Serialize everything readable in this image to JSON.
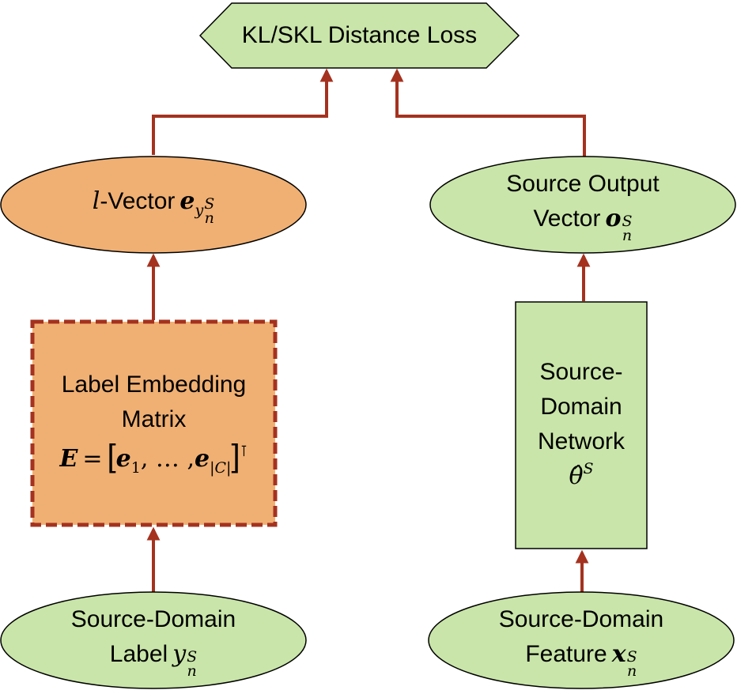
{
  "colors": {
    "green_fill": "#C9E5A9",
    "orange_fill": "#F0B073",
    "stroke": "#000000",
    "arrow": "#A4321F",
    "dashed_border": "#A4321F"
  },
  "nodes": {
    "loss": {
      "label": "KL/SKL Distance Loss",
      "shape": "hexagon"
    },
    "l_vector": {
      "prefix": "l",
      "text": "-Vector",
      "symbol": "e",
      "sub": "y",
      "sub_sub": "n",
      "sub_sup": "S",
      "shape": "ellipse"
    },
    "source_output": {
      "line1": "Source Output",
      "line2": "Vector",
      "symbol": "o",
      "sub": "n",
      "sup": "S",
      "shape": "ellipse"
    },
    "embedding": {
      "line1": "Label Embedding",
      "line2": "Matrix",
      "E": "E",
      "eq": "=",
      "e1": "e",
      "e1_sub": "1",
      "dots": ", … ,",
      "ec": "e",
      "ec_sub": "|C|",
      "transpose": "⊺",
      "shape": "dashed-rect"
    },
    "network": {
      "line1": "Source-",
      "line2": "Domain",
      "line3": "Network",
      "theta": "θ̂",
      "theta_sup": "S",
      "shape": "rect"
    },
    "source_label": {
      "line1": "Source-Domain",
      "line2": "Label",
      "symbol": "y",
      "sub": "n",
      "sup": "S",
      "shape": "ellipse"
    },
    "source_feature": {
      "line1": "Source-Domain",
      "line2": "Feature",
      "symbol": "x",
      "sub": "n",
      "sup": "S",
      "shape": "ellipse"
    }
  },
  "edges": [
    {
      "from": "l_vector",
      "to": "loss"
    },
    {
      "from": "source_output",
      "to": "loss"
    },
    {
      "from": "embedding",
      "to": "l_vector"
    },
    {
      "from": "network",
      "to": "source_output"
    },
    {
      "from": "source_label",
      "to": "embedding"
    },
    {
      "from": "source_feature",
      "to": "network"
    }
  ]
}
